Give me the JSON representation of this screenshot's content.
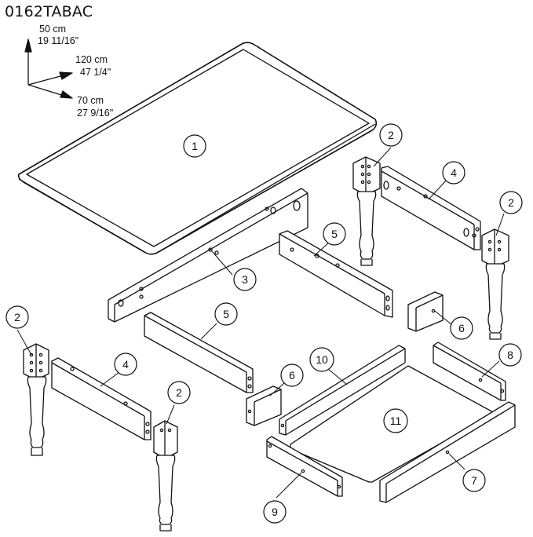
{
  "model_code": "0162TABAC",
  "dimensions": {
    "height": {
      "metric": "50 cm",
      "imperial": "19 11/16\""
    },
    "length": {
      "metric": "120 cm",
      "imperial": "47 1/4\""
    },
    "depth": {
      "metric": "70 cm",
      "imperial": "27 9/16\""
    }
  },
  "callouts": {
    "c1": "1",
    "c2a": "2",
    "c2b": "2",
    "c2c": "2",
    "c2d": "2",
    "c3": "3",
    "c4a": "4",
    "c4b": "4",
    "c5a": "5",
    "c5b": "5",
    "c6a": "6",
    "c6b": "6",
    "c7": "7",
    "c8": "8",
    "c9": "9",
    "c10": "10",
    "c11": "11"
  }
}
